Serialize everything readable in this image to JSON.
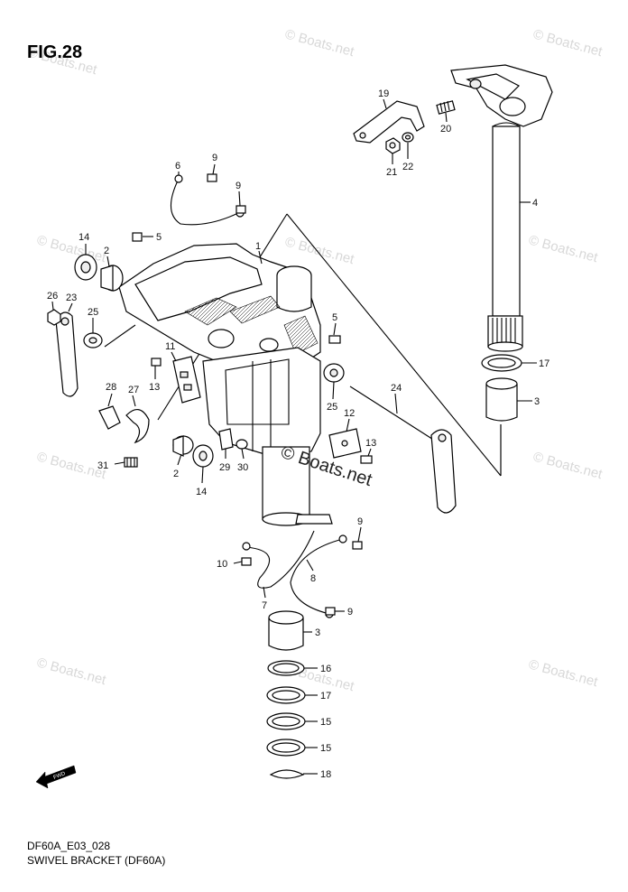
{
  "figure_title": "FIG.28",
  "footer": {
    "code": "DF60A_E03_028",
    "name": "SWIVEL BRACKET (DF60A)"
  },
  "watermark": "© Boats.net",
  "fwd_label": "FWD",
  "callouts": {
    "c1": "1",
    "c2a": "2",
    "c2b": "2",
    "c3a": "3",
    "c3b": "3",
    "c4": "4",
    "c5a": "5",
    "c5b": "5",
    "c6": "6",
    "c7": "7",
    "c8": "8",
    "c9a": "9",
    "c9b": "9",
    "c9c": "9",
    "c9d": "9",
    "c10": "10",
    "c11": "11",
    "c12": "12",
    "c13a": "13",
    "c13b": "13",
    "c14a": "14",
    "c14b": "14",
    "c15a": "15",
    "c15b": "15",
    "c16": "16",
    "c17a": "17",
    "c17b": "17",
    "c18": "18",
    "c19": "19",
    "c20": "20",
    "c21": "21",
    "c22": "22",
    "c23": "23",
    "c24": "24",
    "c25a": "25",
    "c25b": "25",
    "c26": "26",
    "c27": "27",
    "c28": "28",
    "c29": "29",
    "c30": "30",
    "c31": "31"
  }
}
